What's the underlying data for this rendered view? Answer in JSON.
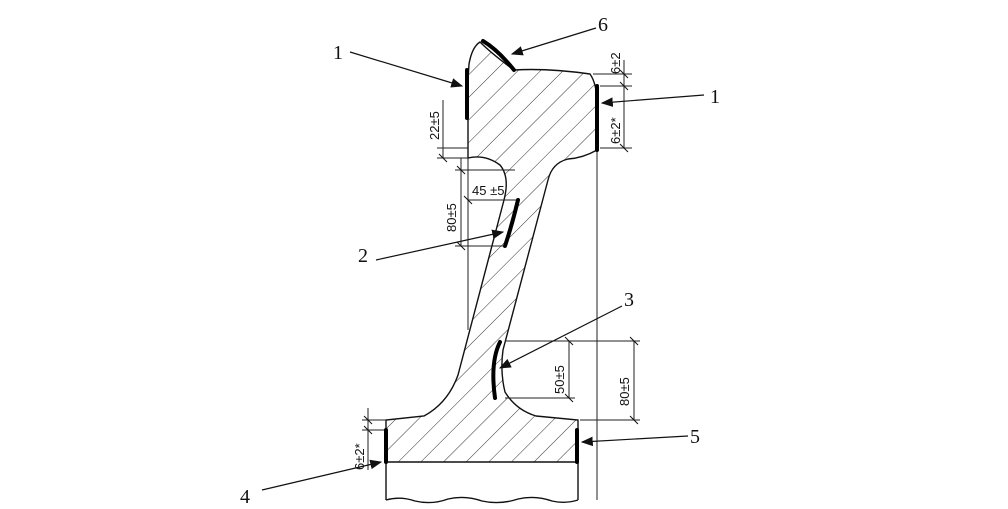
{
  "callouts": {
    "c1_left": "1",
    "c1_right": "1",
    "c2": "2",
    "c3": "3",
    "c4": "4",
    "c5": "5",
    "c6": "6"
  },
  "dimensions": {
    "top_right_small": "6±2",
    "right_upper": "6±2*",
    "left_upper": "22±5",
    "left_middle": "80±5",
    "web_offset": "45 ±5",
    "web_lower": "50±5",
    "right_lower": "80±5",
    "left_lower": "6±2*"
  }
}
